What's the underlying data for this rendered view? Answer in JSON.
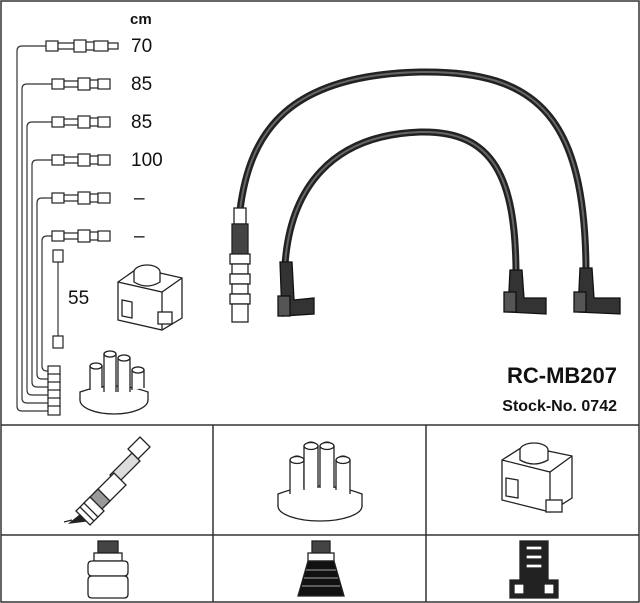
{
  "header": {
    "unit": "cm"
  },
  "wires": [
    {
      "length": "70"
    },
    {
      "length": "85"
    },
    {
      "length": "85"
    },
    {
      "length": "100"
    },
    {
      "length": "–"
    },
    {
      "length": "–"
    }
  ],
  "coil_wire": {
    "length": "55"
  },
  "product": {
    "model": "RC-MB207",
    "stock": "Stock-No. 0742"
  },
  "colors": {
    "ink": "#111111",
    "line": "#333333",
    "paper": "#ffffff"
  },
  "icons": [
    "spark-plug-icon",
    "distributor-cap-icon",
    "ignition-coil-icon",
    "plug-connector-icon",
    "cap-connector-icon",
    "coil-connector-icon"
  ]
}
